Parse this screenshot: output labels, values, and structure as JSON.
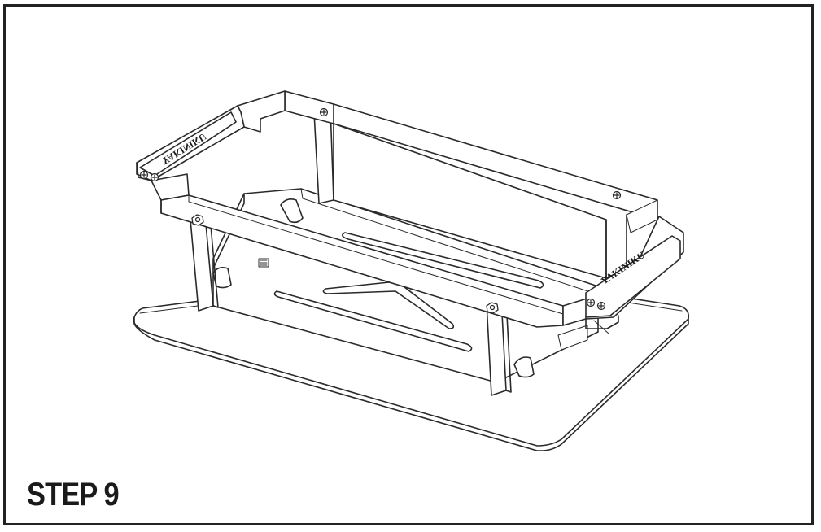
{
  "step": {
    "label": "STEP 9"
  },
  "illustration": {
    "brand_left": "YAKINIKU",
    "brand_right": "YAKINIKU"
  },
  "colors": {
    "frame": "#222222",
    "line": "#2a2a2a",
    "fill": "#ffffff",
    "text": "#1a1a1a"
  }
}
